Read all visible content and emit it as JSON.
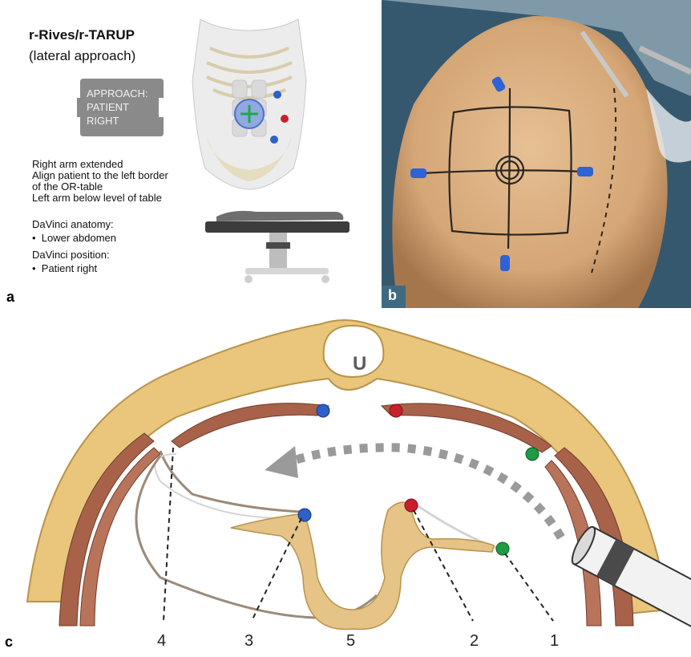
{
  "panel_a": {
    "letter": "a",
    "title": "r-Rives/r-TARUP",
    "subtitle": "(lateral approach)",
    "approach_lines": [
      "APPROACH:",
      "PATIENT",
      "RIGHT"
    ],
    "instructions": [
      "Right arm extended",
      "Align patient to the left border",
      "of the OR-table",
      "Left arm below level of table"
    ],
    "anatomy_heading": "DaVinci anatomy:",
    "anatomy_item": "Lower abdomen",
    "position_heading": "DaVinci position:",
    "position_item": "Patient right"
  },
  "panel_b": {
    "letter": "b"
  },
  "panel_c": {
    "letter": "c",
    "center_label": "U",
    "numbers": [
      "4",
      "3",
      "5",
      "2",
      "1"
    ]
  },
  "colors": {
    "port_blue": "#2f5fc9",
    "port_red": "#c8202a",
    "port_green": "#1f9a45",
    "fat": "#e9c67b",
    "muscle": "#a8624a",
    "skin": "#e3b779"
  }
}
